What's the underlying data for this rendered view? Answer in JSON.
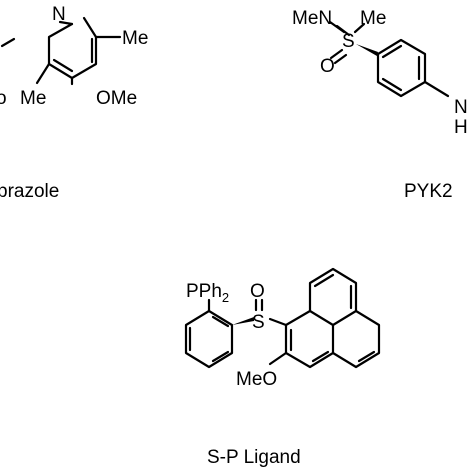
{
  "molecules": [
    {
      "caption": "prazole",
      "atoms": {
        "n": "N",
        "me1": "Me",
        "me2": "Me",
        "ome": "OMe",
        "o_frag": "o"
      }
    },
    {
      "caption": "PYK2",
      "atoms": {
        "men": "MeN",
        "s": "S",
        "me": "Me",
        "o": "O",
        "nh": "N",
        "h": "H"
      }
    },
    {
      "caption": "S-P Ligand",
      "atoms": {
        "pph": "PPh",
        "pph_sub": "2",
        "s": "S",
        "o": "O",
        "meo": "MeO"
      }
    }
  ]
}
